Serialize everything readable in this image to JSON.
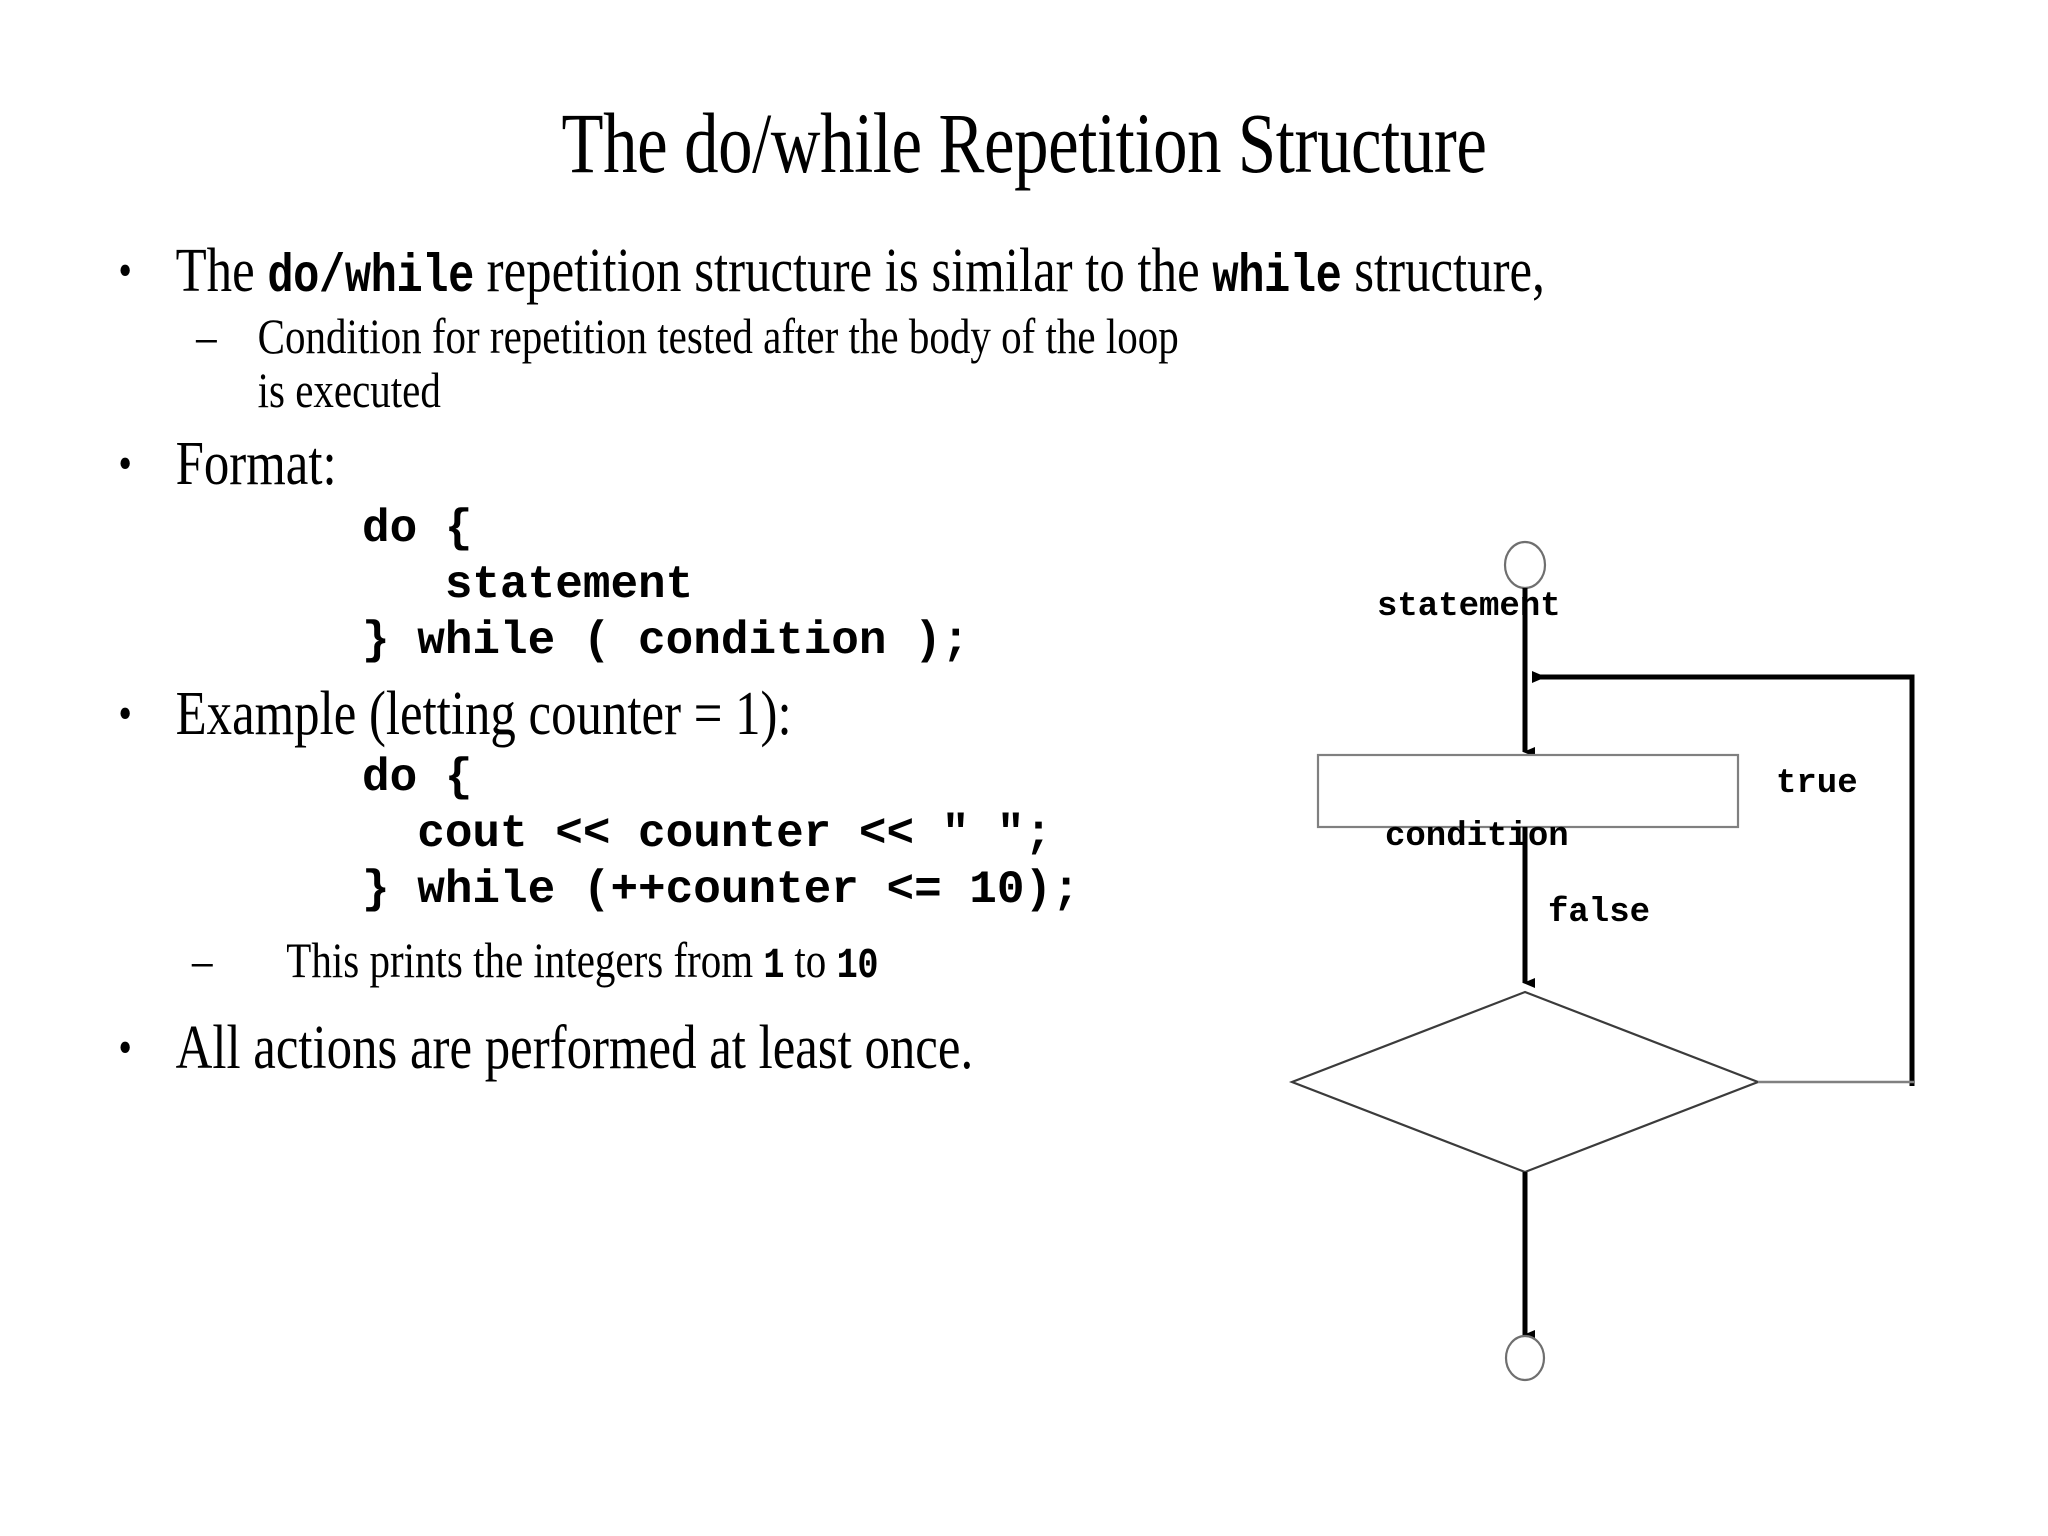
{
  "slide": {
    "title": "The do/while Repetition Structure",
    "bullets": [
      {
        "level": 1,
        "marker": "•",
        "parts": [
          {
            "text": "The ",
            "style": "serif"
          },
          {
            "text": "do/while",
            "style": "mono"
          },
          {
            "text": " repetition structure is similar to the ",
            "style": "serif"
          },
          {
            "text": "while",
            "style": "mono"
          },
          {
            "text": " structure,",
            "style": "serif"
          }
        ],
        "plain": "The do/while repetition structure is similar to the while structure,"
      },
      {
        "level": 2,
        "marker": "–",
        "plain": "Condition for repetition tested after the body of the loop is executed",
        "line1": "Condition for repetition tested after the body of the loop",
        "line2": "is executed"
      },
      {
        "level": 1,
        "marker": "•",
        "plain": "Format:"
      },
      {
        "level": 2,
        "marker": "–",
        "plain": "This prints the integers from 1 to 10",
        "parts": [
          {
            "text": "This prints the integers from ",
            "style": "serif"
          },
          {
            "text": "1",
            "style": "mono"
          },
          {
            "text": " to ",
            "style": "serif"
          },
          {
            "text": "10",
            "style": "mono"
          }
        ]
      },
      {
        "level": 1,
        "marker": "•",
        "plain": "Example (letting counter = 1):"
      },
      {
        "level": 1,
        "marker": "•",
        "plain": "All actions are performed at least once."
      }
    ],
    "format_code": [
      "do {",
      "   statement",
      "} while ( condition );"
    ],
    "example_code": [
      "do {",
      "  cout << counter << \" \";",
      "} while (++counter <= 10);"
    ]
  },
  "flowchart": {
    "type": "do-while-loop",
    "nodes": {
      "start_connector": "start-circle",
      "statement_box": "statement",
      "condition_diamond": "condition",
      "end_connector": "end-circle"
    },
    "labels": {
      "statement": "statement",
      "condition": "condition",
      "true": "true",
      "false": "false"
    },
    "colors": {
      "line": "#000000",
      "shape_border": "#808080",
      "background": "#ffffff"
    }
  }
}
